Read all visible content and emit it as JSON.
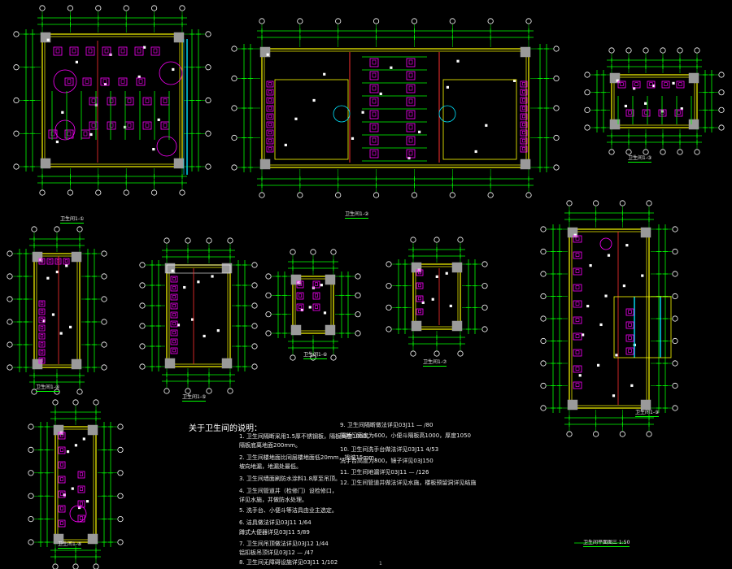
{
  "drawing": {
    "colors": {
      "background": "#000000",
      "dimension": "#00ff00",
      "wall": "#ffff00",
      "fixture": "#ff00ff",
      "column": "#9a9a9a",
      "text": "#ffffff",
      "axis": "#ffffff",
      "glazing": "#00e5ff",
      "partition": "#ff3030"
    },
    "plan_captions": [
      "卫生间1-①",
      "卫生间1-②",
      "卫生间1-③",
      "卫生间1-④",
      "卫生间1-⑤",
      "卫生间1-⑥",
      "卫生间1-⑦",
      "卫生间1-⑧",
      "卫生间1-⑨",
      "卫生间平面图三 1:50"
    ],
    "notes_title": "关于卫生间的说明：",
    "notes_left": [
      "1.  卫生间隔断采用1.5厚不锈钢板，隔板高度1800，",
      "     隔板底离地面200mm。",
      "2.  卫生间楼地面比同层楼地面低20mm，找坡15mm，",
      "     坡向地漏，地漏处最低。",
      "3.  卫生间墙面刷防水涂料1.8厚至吊顶。",
      "4.  卫生间管道井（检修门）设检修口，",
      "     详见水施，并做防水处理。",
      "5.  洗手台、小便斗等洁具由业主选定。",
      "6.  洁具做法详见03J11  1/64",
      "     蹲式大便器详见03J11  5/89",
      "7.  卫生间吊顶做法详见03J12  1/44",
      "     铝扣板吊顶详见03J12 — /47",
      "8.  卫生间无障碍设施详见03J11 1/102"
    ],
    "notes_right": [
      "9.  卫生间隔断做法详见03J11 — /80",
      "     隔断门宽度为600，小便斗隔板高1000，厚度1050",
      "10.  卫生间洗手台做法详见03J11 4/53",
      "      洗手台高度为800，镜子详见03J150",
      "11.  卫生间地漏详见03J11 — /126",
      "12.  卫生间管道井做法详见水施，楼板预留洞详见结施"
    ],
    "page_number": "1"
  }
}
